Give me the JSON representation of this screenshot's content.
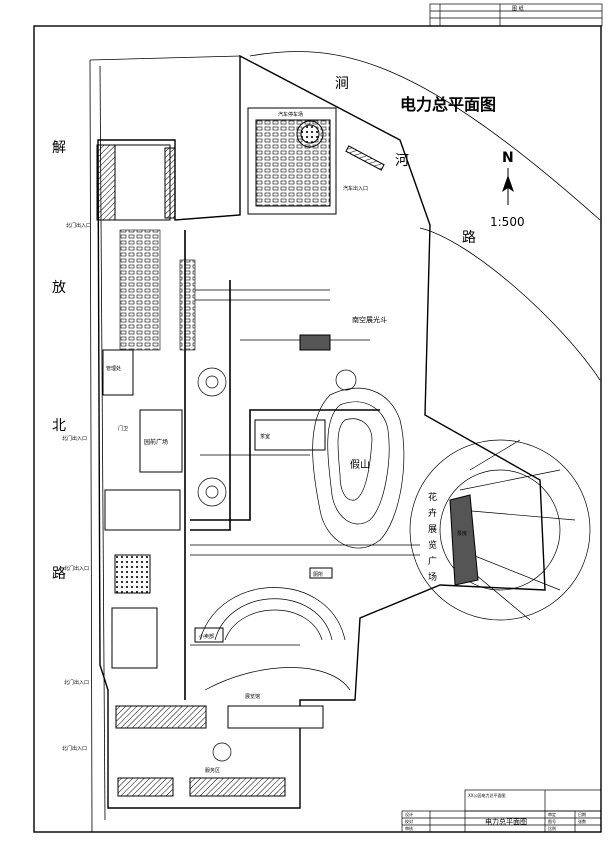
{
  "title": "电力总平面图",
  "scale": "1:500",
  "north": "N",
  "roads": {
    "left_street_chars": [
      "解",
      "放",
      "北",
      "路"
    ],
    "right_street_chars": [
      "涧",
      "河",
      "路"
    ]
  },
  "areas": {
    "south_pavilion": "南空展光斗",
    "rockery": "假山",
    "flower_plaza_chars": [
      "花",
      "卉",
      "展",
      "览",
      "广",
      "场"
    ],
    "main_plaza": "园前广场",
    "bus_parking": "汽车停车场",
    "entrance_upper": "北门出入口",
    "entrance_left_1": "北门出入口",
    "entrance_left_2": "北门出入口",
    "entrance_left_3": "北门出入口",
    "entrance_left_4": "北门出入口",
    "car_entry": "汽车出入口",
    "gate_label": "门卫",
    "management": "管理处",
    "tea_house": "茶室",
    "shop": "小卖部",
    "toilet": "厕所",
    "exhibition_hall": "展览馆",
    "service_area": "服务区",
    "pump": "泵房"
  },
  "title_block": {
    "drawing_name": "电力总平面图",
    "project": "XX公园电力总平面图",
    "labels": [
      "设计",
      "校对",
      "审核",
      "审定",
      "图号",
      "比例",
      "日期",
      "张数"
    ]
  },
  "top_block": {
    "label": "图 纸"
  }
}
